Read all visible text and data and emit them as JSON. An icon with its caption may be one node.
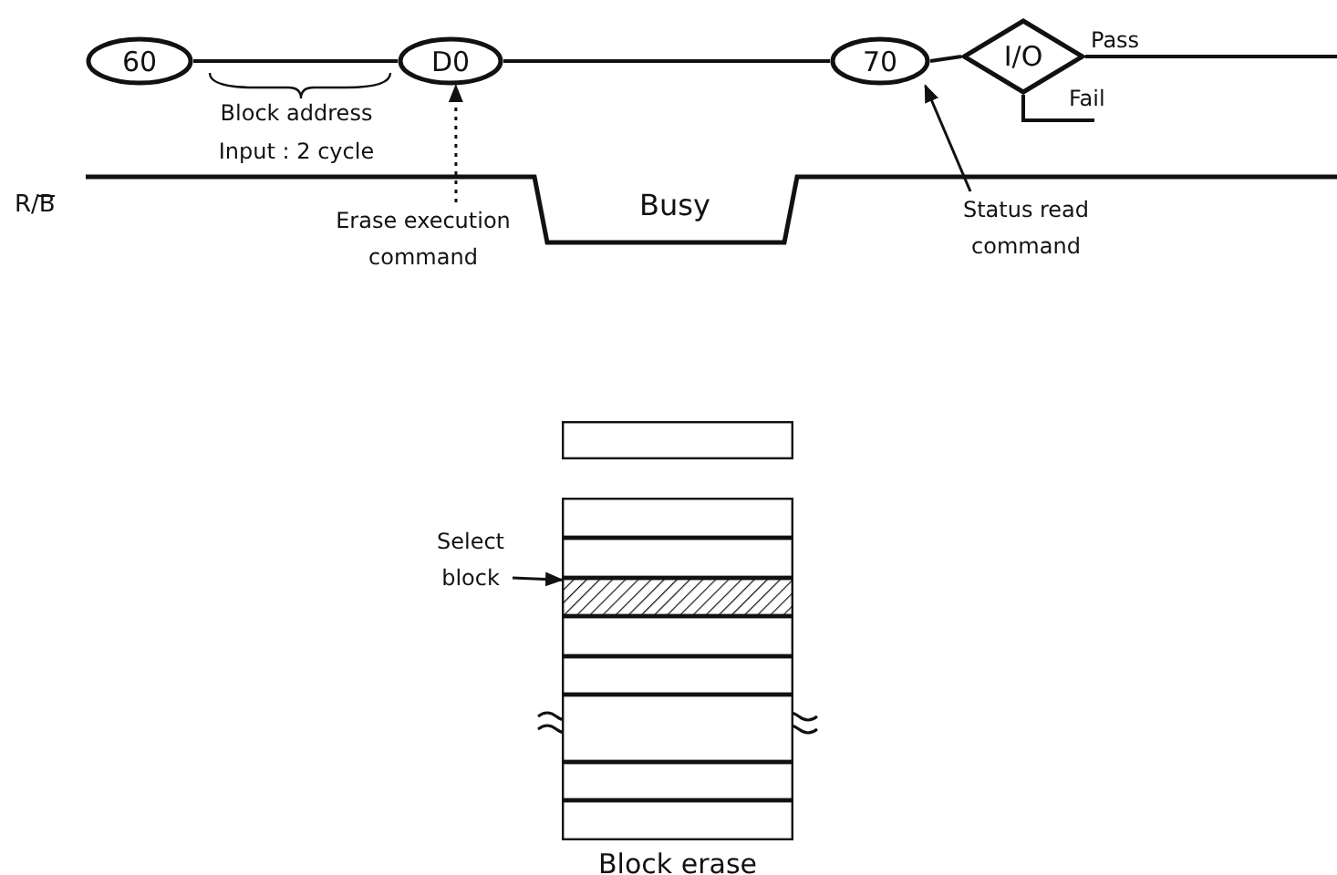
{
  "diagram": {
    "nodes": [
      {
        "text": [
          "60"
        ]
      },
      {
        "text": [
          "D0"
        ]
      },
      {
        "text": [
          "70"
        ]
      },
      {
        "text": [
          "I/O"
        ]
      },
      {
        "text": [
          "Erase execution command"
        ]
      },
      {
        "text": [
          "Status read command"
        ]
      },
      {
        "text": [
          "Select block"
        ]
      },
      {
        "text": [],
        "shape": "bar"
      },
      {
        "text": [],
        "shape": "bar"
      },
      {
        "text": [],
        "shape": "bar"
      },
      {
        "text": [],
        "shape": "bar"
      },
      {
        "text": [],
        "shape": "bar"
      },
      {
        "text": [],
        "shape": "bar"
      },
      {
        "text": [],
        "shape": "bar"
      },
      {
        "text": [],
        "shape": "bar"
      },
      {
        "text": [],
        "shape": "bar"
      }
    ],
    "edges": [
      {
        "from": 0,
        "to": 1,
        "arrow": "none"
      },
      {
        "from": 1,
        "to": 2,
        "arrow": "none"
      },
      {
        "from": 2,
        "to": 3,
        "arrow": "none"
      },
      {
        "from": 3,
        "to": null,
        "arrow": "none",
        "label": "Pass"
      },
      {
        "from": 3,
        "to": null,
        "arrow": "none",
        "label": "Fail"
      },
      {
        "from": 4,
        "to": 1,
        "arrow": "to",
        "style": "dashed"
      },
      {
        "from": 5,
        "to": 2,
        "arrow": "to"
      },
      {
        "from": 6,
        "to": 10,
        "arrow": "to"
      }
    ],
    "labels": [
      "R/B",
      "Block address Input : 2 cycle",
      "Busy",
      "Block erase"
    ]
  }
}
